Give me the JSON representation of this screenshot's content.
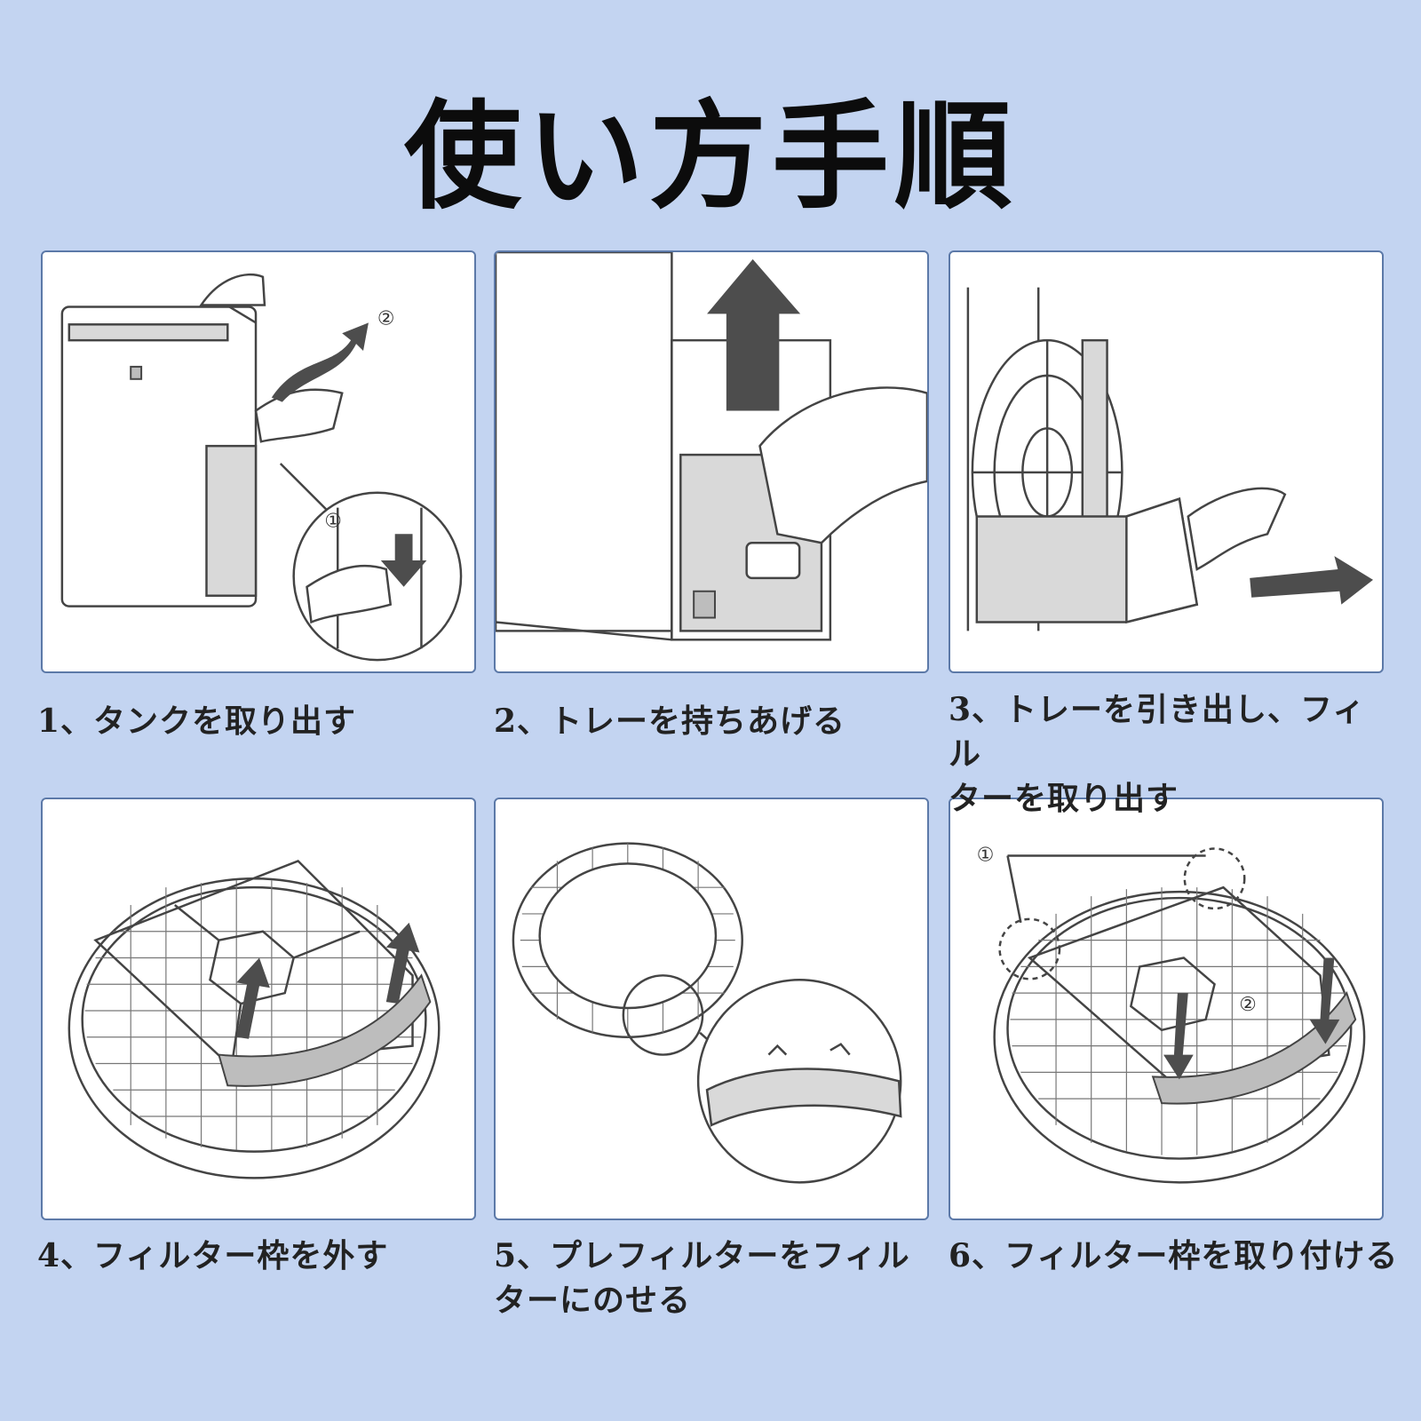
{
  "title": "使い方手順",
  "steps": [
    {
      "caption": "1、タンクを取り出す"
    },
    {
      "caption": "2、トレーを持ちあげる"
    },
    {
      "caption": "3、トレーを引き出し、フィル\nターを取り出す"
    },
    {
      "caption": "4、フィルター枠を外す"
    },
    {
      "caption": "5、プレフィルターをフィル\nターにのせる"
    },
    {
      "caption": "6、フィルター枠を取り付ける"
    }
  ],
  "markers": {
    "circle_1": "①",
    "circle_2": "②"
  }
}
